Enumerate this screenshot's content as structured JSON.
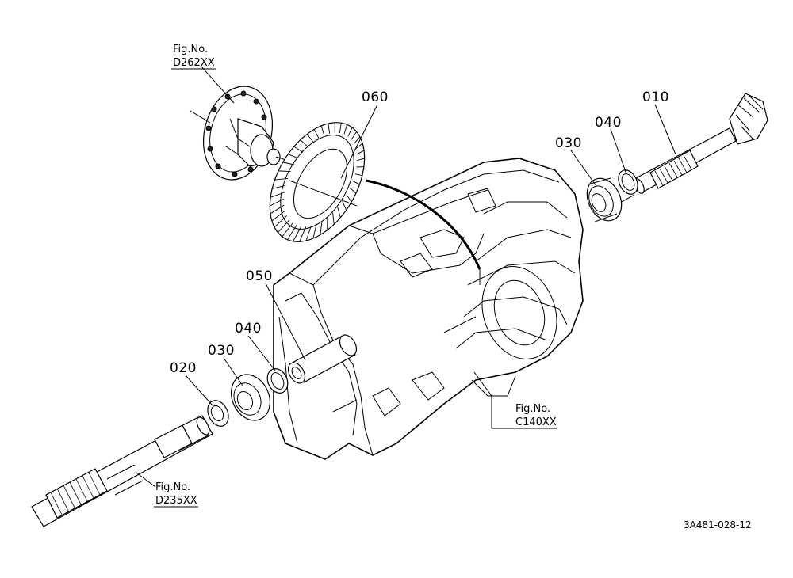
{
  "callouts": {
    "p010": "010",
    "p020": "020",
    "p030_top": "030",
    "p030_bottom": "030",
    "p040_top": "040",
    "p040_bottom": "040",
    "p050": "050",
    "p060": "060"
  },
  "fig_refs": {
    "differential": {
      "label": "Fig.No.",
      "code": "D262XX"
    },
    "case": {
      "label": "Fig.No.",
      "code": "C140XX"
    },
    "axle": {
      "label": "Fig.No.",
      "code": "D235XX"
    }
  },
  "drawing_code": "3A481-028-12"
}
